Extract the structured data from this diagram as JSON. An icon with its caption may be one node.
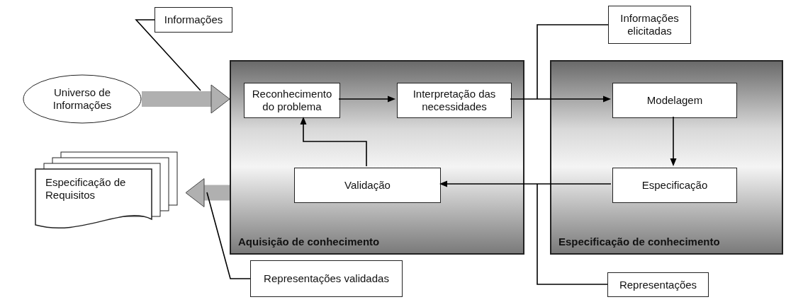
{
  "diagram": {
    "nodes": [
      {
        "text": [
          "Universo de Informações"
        ]
      },
      {
        "text": [
          "Informações"
        ]
      },
      {
        "text": [
          "Aquisição de conhecimento"
        ]
      },
      {
        "text": [
          "Reconhecimento do problema"
        ],
        "in": 2
      },
      {
        "text": [
          "Interpretação das necessidades"
        ],
        "in": 2
      },
      {
        "text": [
          "Validação"
        ],
        "in": 2
      },
      {
        "text": [
          "Especificação de conhecimento"
        ]
      },
      {
        "text": [
          "Modelagem"
        ],
        "in": 6
      },
      {
        "text": [
          "Especificação"
        ],
        "in": 6
      },
      {
        "text": [
          "Informações elicitadas"
        ]
      },
      {
        "text": [
          "Representações"
        ]
      },
      {
        "text": [
          "Representações validadas"
        ]
      },
      {
        "text": [
          "Especificação de Requisitos"
        ]
      }
    ],
    "edges": [
      {
        "from": 0,
        "to": 2,
        "arrow": "to",
        "style": "thick",
        "color": "#b0b0b0"
      },
      {
        "from": 3,
        "to": 4,
        "arrow": "to"
      },
      {
        "from": 4,
        "to": 7,
        "arrow": "to"
      },
      {
        "from": 7,
        "to": 8,
        "arrow": "to"
      },
      {
        "from": 8,
        "to": 5,
        "arrow": "to"
      },
      {
        "from": 5,
        "to": 3,
        "arrow": "to"
      },
      {
        "from": 2,
        "to": 12,
        "arrow": "to",
        "style": "thick",
        "color": "#b0b0b0"
      },
      {
        "from": 1,
        "to": null,
        "arrow": "none"
      },
      {
        "from": 9,
        "to": null,
        "arrow": "none"
      },
      {
        "from": 10,
        "to": null,
        "arrow": "none"
      },
      {
        "from": 11,
        "to": null,
        "arrow": "none"
      }
    ]
  }
}
